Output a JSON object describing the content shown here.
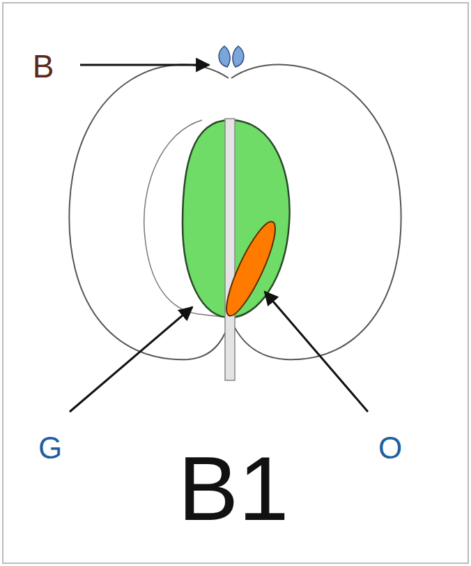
{
  "diagram": {
    "labels": [
      "B",
      "G",
      "O",
      "B1"
    ]
  }
}
